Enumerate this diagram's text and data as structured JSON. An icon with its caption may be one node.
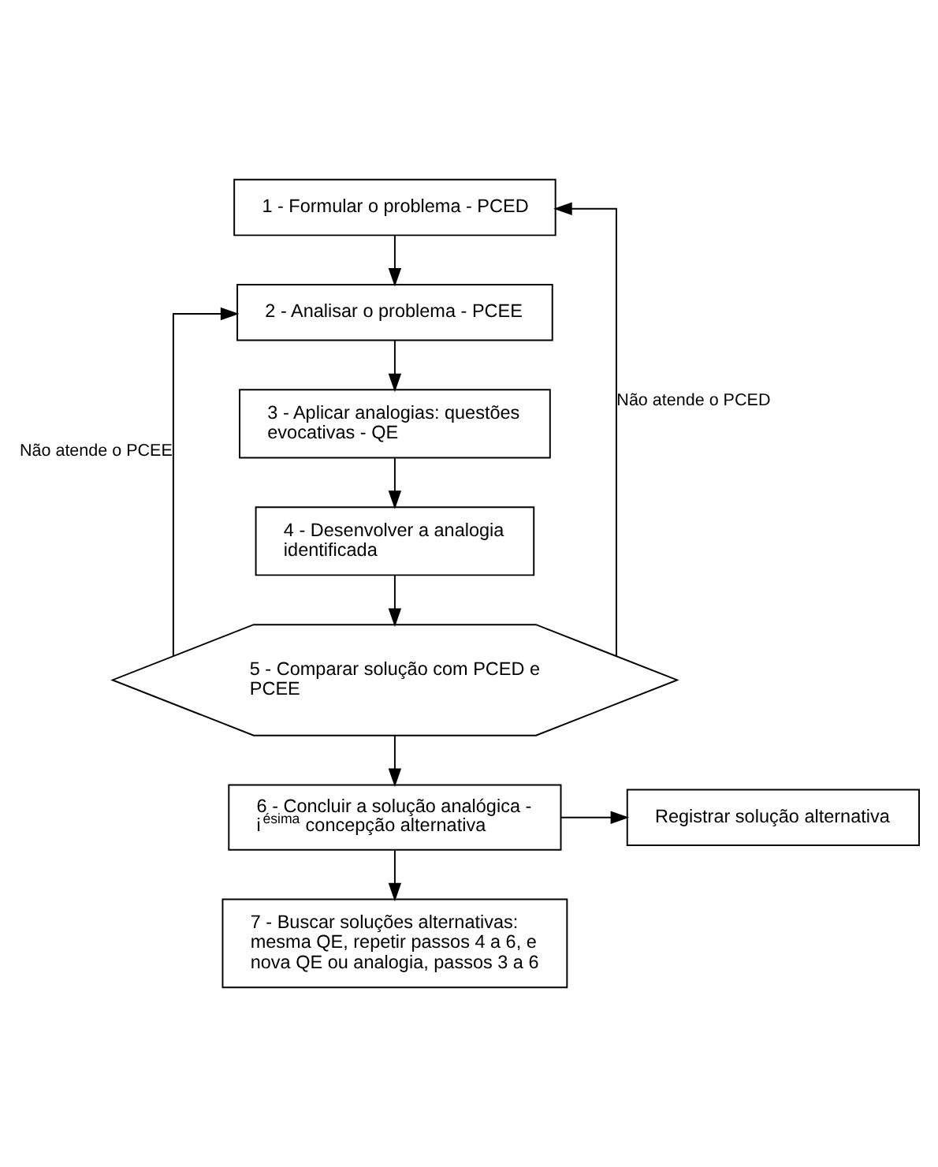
{
  "diagram": {
    "nodes": [
      {
        "text": [
          "1 - Formular o problema - PCED"
        ]
      },
      {
        "text": [
          "2 - Analisar o problema - PCEE"
        ]
      },
      {
        "text": [
          "3 - Aplicar analogias: questões evocativas - QE"
        ]
      },
      {
        "text": [
          "4 - Desenvolver a analogia identificada"
        ]
      },
      {
        "text": [
          "5 - Comparar solução com PCED e PCEE"
        ]
      },
      {
        "text": [
          "6 - Concluir a solução analógica - i$^{ésima}$ concepção alternativa"
        ]
      },
      {
        "text": [
          "Registrar solução alternativa"
        ]
      },
      {
        "text": [
          "7 - Buscar soluções alternativas: mesma QE, repetir passos 4 a 6, e nova QE ou analogia, passos 3 a 6"
        ]
      }
    ],
    "edges": [
      {
        "from": 0,
        "to": 1,
        "arrow": "to"
      },
      {
        "from": 1,
        "to": 2,
        "arrow": "to"
      },
      {
        "from": 2,
        "to": 3,
        "arrow": "to"
      },
      {
        "from": 3,
        "to": 4,
        "arrow": "to"
      },
      {
        "from": 4,
        "to": 5,
        "arrow": "to"
      },
      {
        "from": 5,
        "to": 6,
        "arrow": "to"
      },
      {
        "from": 5,
        "to": 7,
        "arrow": "to"
      },
      {
        "from": 4,
        "to": 1,
        "arrow": "to",
        "label": "Não atende o PCEE"
      },
      {
        "from": 4,
        "to": 0,
        "arrow": "to",
        "label": "Não atende o PCED"
      }
    ]
  }
}
